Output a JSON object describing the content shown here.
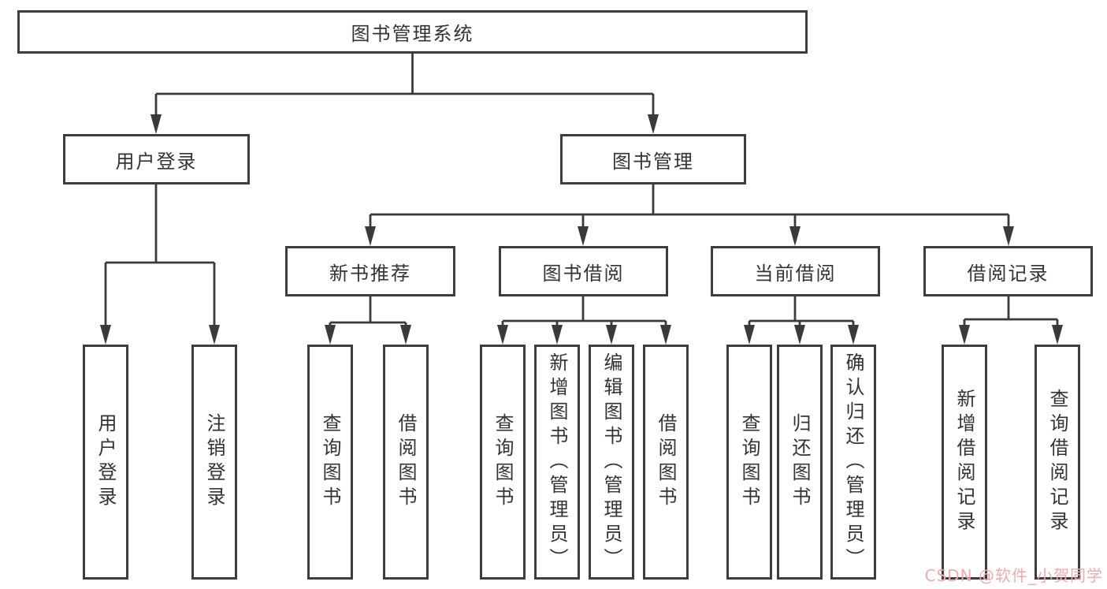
{
  "tree": {
    "root": "图书管理系统",
    "login": {
      "label": "用户登录",
      "children": [
        "用户登录",
        "注销登录"
      ]
    },
    "management": {
      "label": "图书管理",
      "groups": [
        {
          "label": "新书推荐",
          "children": [
            "查询图书",
            "借阅图书"
          ]
        },
        {
          "label": "图书借阅",
          "children": [
            "查询图书",
            "新增图书（管理员）",
            "编辑图书（管理员）",
            "借阅图书"
          ]
        },
        {
          "label": "当前借阅",
          "children": [
            "查询图书",
            "归还图书",
            "确认归还（管理员）"
          ]
        },
        {
          "label": "借阅记录",
          "children": [
            "新增借阅记录",
            "查询借阅记录"
          ]
        }
      ]
    }
  },
  "watermark": {
    "text": "CSDN @软件_小贺同学",
    "color": "#f0aab0"
  },
  "colors": {
    "line": "#3a3a3a",
    "box_border": "#3d3d3d",
    "text": "#333333",
    "background": "#ffffff"
  }
}
